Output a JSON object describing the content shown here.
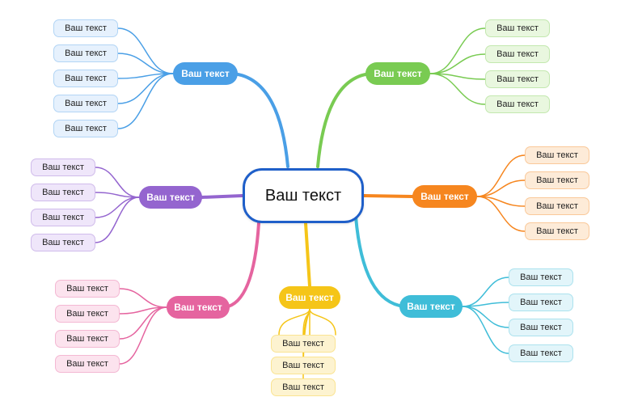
{
  "center": {
    "label": "Ваш текст",
    "color": "#1f5fc9"
  },
  "branches": {
    "blue": {
      "label": "Ваш текст",
      "color": "#4a9fe6",
      "leaf_bg": "#e6f1fd",
      "leaves": [
        "Ваш текст",
        "Ваш текст",
        "Ваш текст",
        "Ваш текст",
        "Ваш текст"
      ]
    },
    "green": {
      "label": "Ваш текст",
      "color": "#79cb52",
      "leaf_bg": "#e9f7df",
      "leaves": [
        "Ваш текст",
        "Ваш текст",
        "Ваш текст",
        "Ваш текст"
      ]
    },
    "purple": {
      "label": "Ваш текст",
      "color": "#9465cf",
      "leaf_bg": "#efe6fa",
      "leaves": [
        "Ваш текст",
        "Ваш текст",
        "Ваш текст",
        "Ваш текст"
      ]
    },
    "orange": {
      "label": "Ваш текст",
      "color": "#f6861f",
      "leaf_bg": "#fdebd8",
      "leaves": [
        "Ваш текст",
        "Ваш текст",
        "Ваш текст",
        "Ваш текст"
      ]
    },
    "pink": {
      "label": "Ваш текст",
      "color": "#e5649f",
      "leaf_bg": "#fce3ee",
      "leaves": [
        "Ваш текст",
        "Ваш текст",
        "Ваш текст",
        "Ваш текст"
      ]
    },
    "yellow": {
      "label": "Ваш текст",
      "color": "#f5c518",
      "leaf_bg": "#fdf3d0",
      "leaves": [
        "Ваш текст",
        "Ваш текст",
        "Ваш текст"
      ]
    },
    "cyan": {
      "label": "Ваш текст",
      "color": "#3fbdd8",
      "leaf_bg": "#e2f5fa",
      "leaves": [
        "Ваш текст",
        "Ваш текст",
        "Ваш текст",
        "Ваш текст"
      ]
    }
  }
}
